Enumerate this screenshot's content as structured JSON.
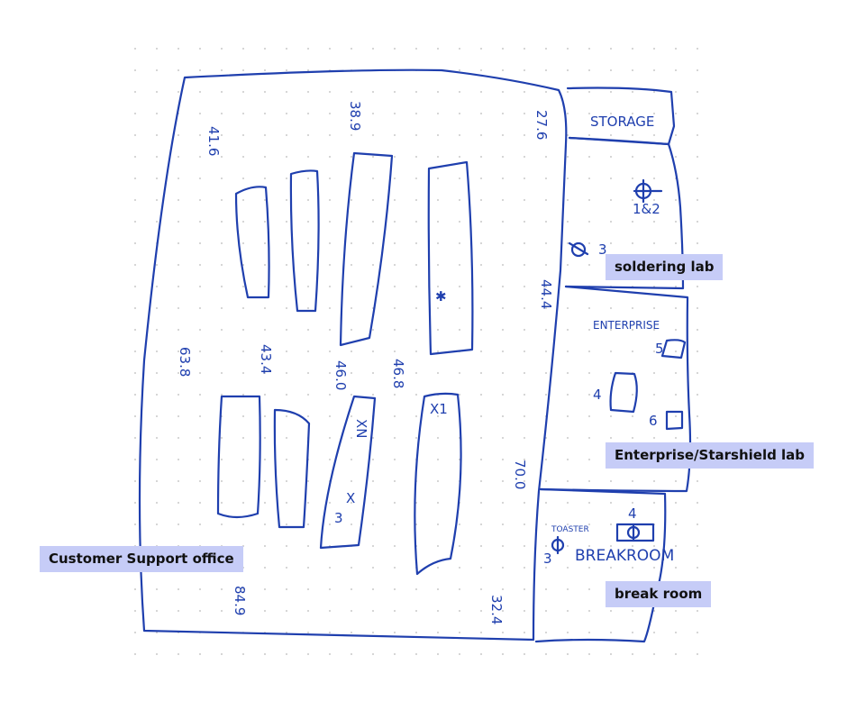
{
  "ink_color": "#1f3fae",
  "label_color": "#c6ccf7",
  "labels": {
    "soldering_lab": "soldering lab",
    "enterprise_lab": "Enterprise/Starshield lab",
    "break_room": "break room",
    "customer_support": "Customer Support office"
  },
  "handwriting": {
    "storage": "STORAGE",
    "enterprise": "ENTERPRISE",
    "breakroom": "BREAKROOM",
    "toaster": "TOASTER",
    "outlet_1_2": "1&2",
    "outlet_3": "3",
    "outlet_4_break": "4",
    "outlet_3_break": "3",
    "desk_4": "4",
    "desk_5": "5",
    "desk_6": "6",
    "measurements": [
      "41.6",
      "38.9",
      "27.6",
      "44.4",
      "63.8",
      "43.4",
      "46.0",
      "46.8",
      "70.0",
      "84.9",
      "32.4"
    ],
    "xn": "XN",
    "x": "X",
    "three": "3",
    "x1": "X1"
  }
}
